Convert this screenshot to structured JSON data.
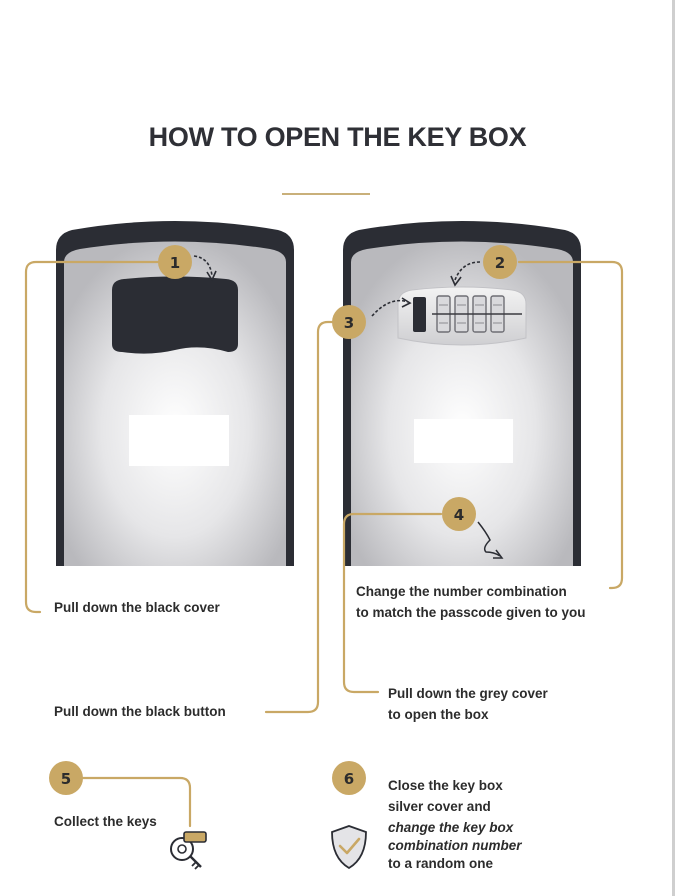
{
  "title": "HOW TO OPEN THE KEY BOX",
  "accent_color": "#c9a865",
  "steps": [
    {
      "number": "1",
      "label": "Pull down the black cover"
    },
    {
      "number": "2",
      "label_lines": [
        "Change the number combination",
        "to match the passcode given to you"
      ]
    },
    {
      "number": "3",
      "label": "Pull down the black button"
    },
    {
      "number": "4",
      "label_lines": [
        "Pull down the grey cover",
        "to open the box"
      ]
    },
    {
      "number": "5",
      "label": "Collect the keys"
    },
    {
      "number": "6",
      "label_lines": [
        "Close the key box",
        "silver cover and"
      ],
      "emphasis_lines": [
        "change the key box",
        "combination number"
      ],
      "tail": "to a random one"
    }
  ],
  "icons": [
    "curved-arrow-icon",
    "key-icon",
    "shield-check-icon"
  ]
}
